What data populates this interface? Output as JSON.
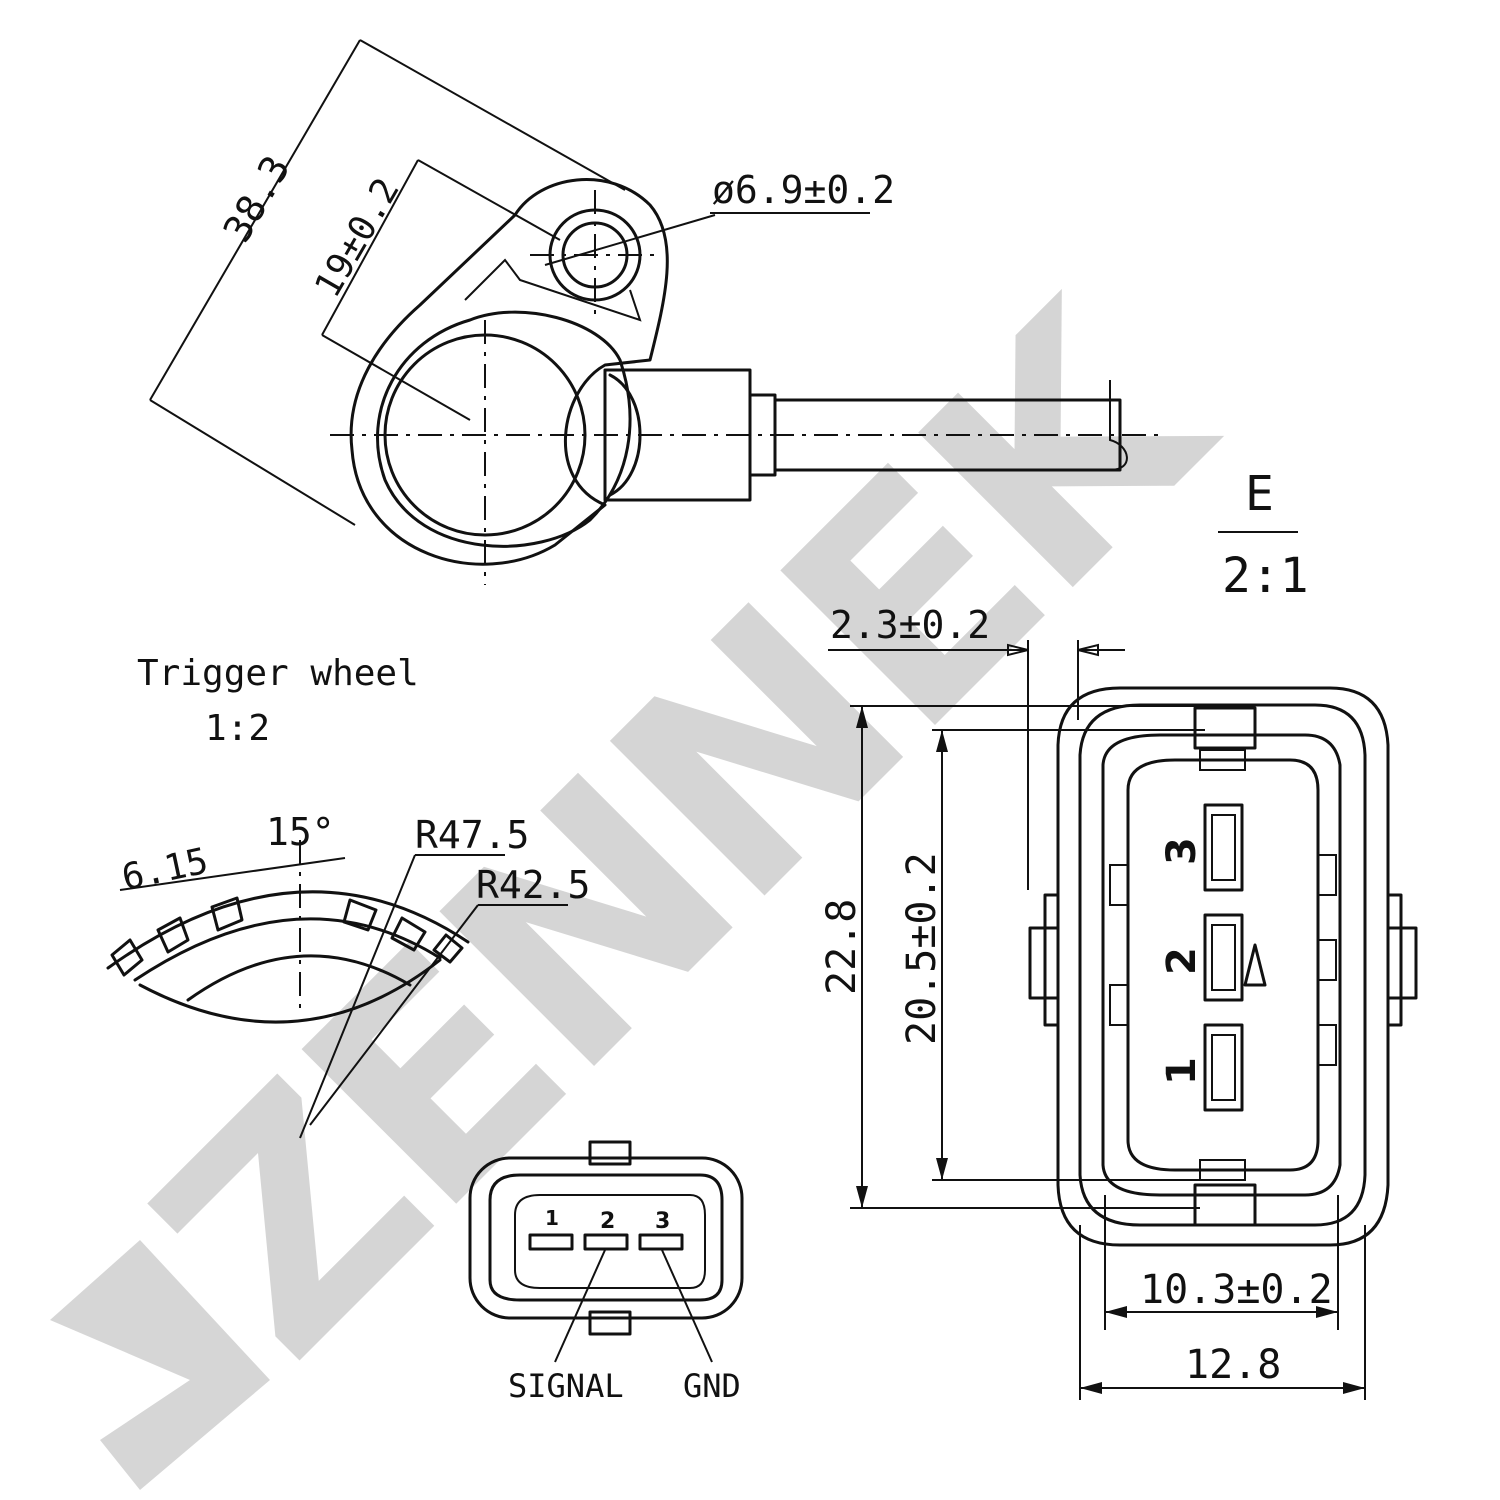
{
  "sensor_view": {
    "dim_overall_length": "38.3",
    "dim_hole_offset": "19±0.2",
    "dim_hole_diameter": "ø6.9±0.2"
  },
  "detail_view": {
    "label": "E",
    "scale": "2:1"
  },
  "trigger_wheel": {
    "title": "Trigger wheel",
    "scale": "1:2",
    "tooth_width": "6.15",
    "angle": "15°",
    "outer_radius": "R47.5",
    "inner_radius": "R42.5"
  },
  "connector_front": {
    "pins": [
      "1",
      "2",
      "3"
    ],
    "signal_label": "SIGNAL",
    "gnd_label": "GND"
  },
  "connector_detail": {
    "pins": [
      "1",
      "2",
      "3"
    ],
    "dim_top_offset": "2.3±0.2",
    "dim_outer_height": "22.8",
    "dim_inner_height": "20.5±0.2",
    "dim_inner_width": "10.3±0.2",
    "dim_outer_width": "12.8"
  },
  "watermark": {
    "text": "ZENNEK"
  }
}
